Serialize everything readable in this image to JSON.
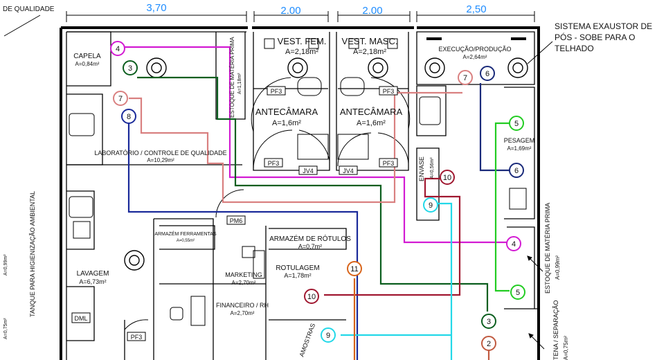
{
  "dimensions": [
    "3,70",
    "2.00",
    "2.00",
    "2,50"
  ],
  "notes": {
    "top_left": "DE QUALIDADE",
    "exhaust_1": "SISTEMA EXAUSTOR DE",
    "exhaust_2": "PÓS - SOBE PARA O",
    "exhaust_3": "TELHADO",
    "tank": "TANQUE PARA HIGIENIZAÇÃO AMBIENTAL",
    "left_dim_1": "A=0,99m²",
    "left_dim_2": "A=0,75m²"
  },
  "rooms": {
    "capela": {
      "name": "CAPELA",
      "area": "A=0,84m²"
    },
    "lab": {
      "name": "LABORATÓRIO / CONTROLE DE QUALIDADE",
      "area": "A=10,29m²"
    },
    "estoque_mp": {
      "name": "ESTOQUE DE MATÉRIA PRIMA",
      "area": "A=1,18m²"
    },
    "vest_fem": {
      "name": "VEST. FEM.",
      "area": "A=2,18m²"
    },
    "vest_masc": {
      "name": "VEST. MASC.",
      "area": "A=2,18m²"
    },
    "ante_1": {
      "name": "ANTECÂMARA",
      "area": "A=1,6m²"
    },
    "ante_2": {
      "name": "ANTECÂMARA",
      "area": "A=1,6m²"
    },
    "execucao": {
      "name": "EXECUÇÃO/PRODUÇÃO",
      "area": "A=2,64m²"
    },
    "envase": {
      "name": "ENVASE",
      "area": "A=0,56m²"
    },
    "pesagem": {
      "name": "PESAGEM",
      "area": "A=1,69m²"
    },
    "estoque_mp2": {
      "name": "ESTOQUE DE MATÉRIA PRIMA",
      "area": "A=0,99m²"
    },
    "separacao": {
      "name": "TENA / SEPARAÇÃO",
      "area": "A=0,75m²"
    },
    "lavagem": {
      "name": "LAVAGEM",
      "area": "A=6,73m²"
    },
    "arm_ferr": {
      "name": "ARMAZÉM FERRAMENTAS",
      "area": "A=0,55m²"
    },
    "marketing": {
      "name": "MARKETING",
      "area": "A=2,70m²"
    },
    "financeiro": {
      "name": "FINANCEIRO / RH",
      "area": "A=2,70m²"
    },
    "arm_rot": {
      "name": "ARMAZÉM DE RÓTULOS",
      "area": "A=0,7m²"
    },
    "rotulagem": {
      "name": "ROTULAGEM",
      "area": "A=1,78m²"
    },
    "amostras": {
      "name": "AMOSTRAS",
      "area": ""
    }
  },
  "tags": {
    "pf3_a": "PF3",
    "pf3_b": "PF3",
    "pf3_c": "PF3",
    "pf3_d": "PF3",
    "pf3_e": "PF3",
    "jv4_a": "JV4",
    "jv4_b": "JV4",
    "pm6": "PM6",
    "dml": "DML"
  },
  "markers": {
    "m4a": "4",
    "m3a": "3",
    "m7a": "7",
    "m8a": "8",
    "m7b": "7",
    "m6a": "6",
    "m5a": "5",
    "m6b": "6",
    "m10a": "10",
    "m9a": "9",
    "m4b": "4",
    "m5b": "5",
    "m11": "11",
    "m10b": "10",
    "m9b": "9",
    "m3b": "3",
    "m2": "2"
  },
  "colors": {
    "route_4": "#d21ad2",
    "route_3": "#0b5e1e",
    "route_7": "#d98080",
    "route_8": "#1a2a9a",
    "route_6": "#1a2a7a",
    "route_5": "#22cc22",
    "route_10": "#a01830",
    "route_9": "#22d8e8",
    "route_11": "#d8641a",
    "route_2": "#c05a40"
  }
}
